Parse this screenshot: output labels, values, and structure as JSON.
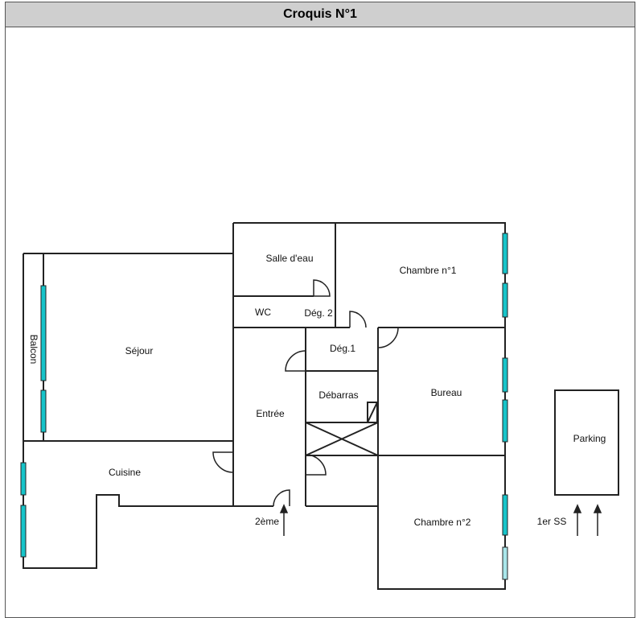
{
  "header": {
    "title": "Croquis N°1"
  },
  "rooms": {
    "salle_deau": "Salle d'eau",
    "chambre1": "Chambre n°1",
    "wc": "WC",
    "deg2": "Dég. 2",
    "deg1": "Dég.1",
    "sejour": "Séjour",
    "balcon": "Balcon",
    "debarras": "Débarras",
    "bureau": "Bureau",
    "entree": "Entrée",
    "parking": "Parking",
    "cuisine": "Cuisine",
    "chambre2": "Chambre n°2",
    "deuxieme": "2ème",
    "premier_ss": "1er SS"
  },
  "colors": {
    "window": "#17c4c9",
    "wall": "#222222"
  }
}
